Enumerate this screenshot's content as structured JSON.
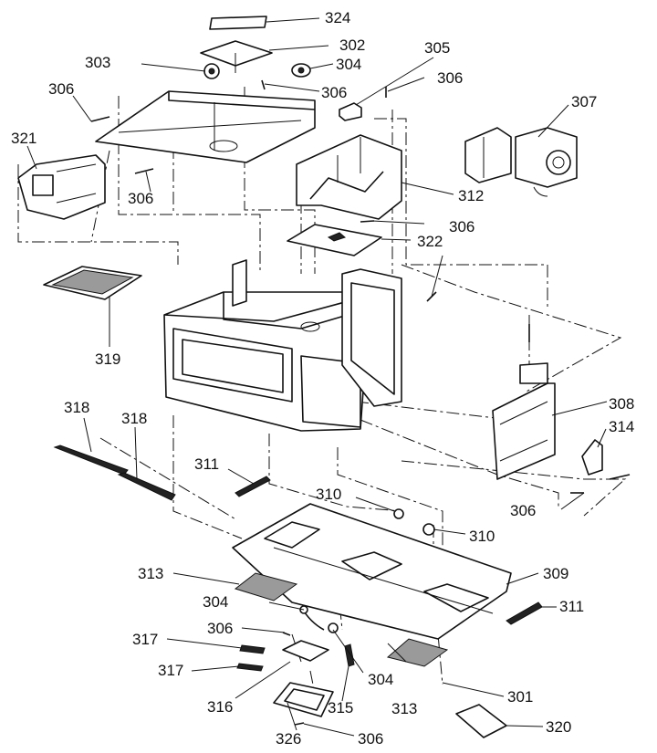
{
  "callouts": [
    {
      "id": "c324",
      "text": "324"
    },
    {
      "id": "c302",
      "text": "302"
    },
    {
      "id": "c305",
      "text": "305"
    },
    {
      "id": "c303",
      "text": "303"
    },
    {
      "id": "c304a",
      "text": "304"
    },
    {
      "id": "c306a",
      "text": "306"
    },
    {
      "id": "c306b",
      "text": "306"
    },
    {
      "id": "c306c",
      "text": "306"
    },
    {
      "id": "c307",
      "text": "307"
    },
    {
      "id": "c321",
      "text": "321"
    },
    {
      "id": "c306d",
      "text": "306"
    },
    {
      "id": "c312",
      "text": "312"
    },
    {
      "id": "c306e",
      "text": "306"
    },
    {
      "id": "c322",
      "text": "322"
    },
    {
      "id": "c319",
      "text": "319"
    },
    {
      "id": "c318a",
      "text": "318"
    },
    {
      "id": "c318b",
      "text": "318"
    },
    {
      "id": "c308",
      "text": "308"
    },
    {
      "id": "c314",
      "text": "314"
    },
    {
      "id": "c311a",
      "text": "311"
    },
    {
      "id": "c310a",
      "text": "310"
    },
    {
      "id": "c310b",
      "text": "310"
    },
    {
      "id": "c306f",
      "text": "306"
    },
    {
      "id": "c313a",
      "text": "313"
    },
    {
      "id": "c309",
      "text": "309"
    },
    {
      "id": "c304b",
      "text": "304"
    },
    {
      "id": "c311b",
      "text": "311"
    },
    {
      "id": "c306g",
      "text": "306"
    },
    {
      "id": "c317a",
      "text": "317"
    },
    {
      "id": "c317b",
      "text": "317"
    },
    {
      "id": "c304c",
      "text": "304"
    },
    {
      "id": "c301",
      "text": "301"
    },
    {
      "id": "c313b",
      "text": "313"
    },
    {
      "id": "c316",
      "text": "316"
    },
    {
      "id": "c315",
      "text": "315"
    },
    {
      "id": "c320",
      "text": "320"
    },
    {
      "id": "c326",
      "text": "326"
    },
    {
      "id": "c306h",
      "text": "306"
    }
  ]
}
